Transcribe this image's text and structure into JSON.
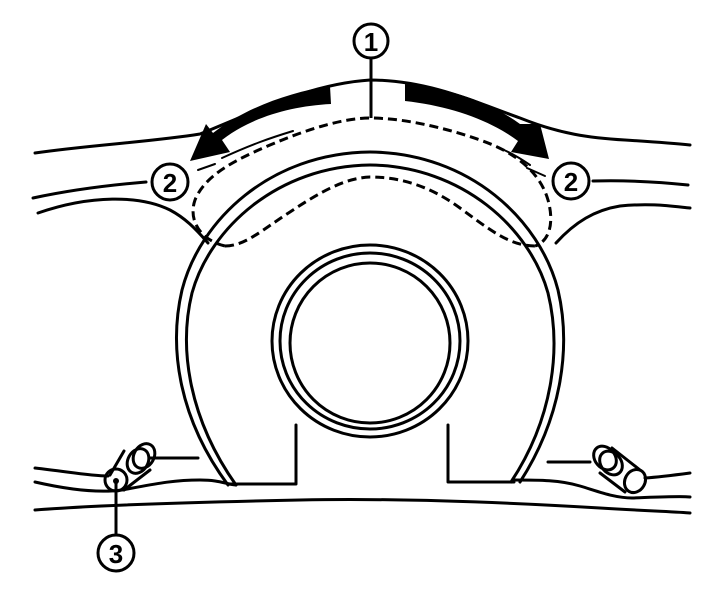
{
  "diagram": {
    "subject": "Instrument cluster hood removal",
    "colors": {
      "line": "#000000",
      "background": "#ffffff"
    },
    "callouts": [
      {
        "id": "1",
        "label": "1",
        "target": "cluster-hood-clip-area"
      },
      {
        "id": "2",
        "label": "2",
        "target": "cluster-hood-left-edge"
      },
      {
        "id": "2b",
        "label": "2",
        "target": "cluster-hood-right-edge"
      },
      {
        "id": "3",
        "label": "3",
        "target": "left-switch-knob"
      }
    ],
    "arrows": [
      {
        "name": "pull-direction-left",
        "direction": "left-down"
      },
      {
        "name": "pull-direction-right",
        "direction": "right-down"
      }
    ]
  }
}
